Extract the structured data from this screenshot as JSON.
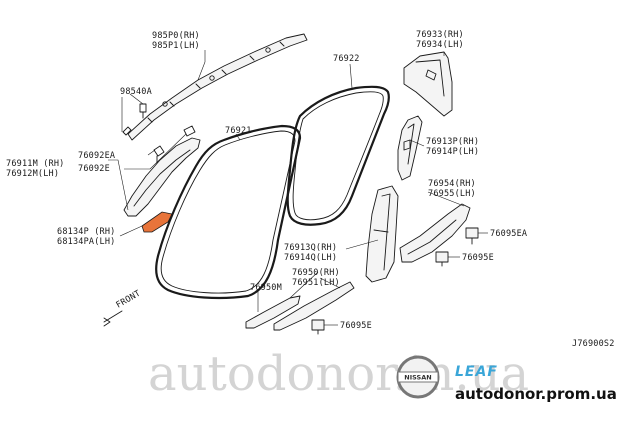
{
  "labels": {
    "p985P0": "985P0(RH)",
    "p985P1": "985P1(LH)",
    "p98540A": "98540A",
    "p76911M": "76911M (RH)",
    "p76912M": "76912M(LH)",
    "p76092EA": "76092EA",
    "p76092E": "76092E",
    "p68134P": "68134P (RH)",
    "p68134PA": "68134PA(LH)",
    "p76921": "76921",
    "p76922": "76922",
    "p76933": "76933(RH)",
    "p76934": "76934(LH)",
    "p76913P": "76913P(RH)",
    "p76914P": "76914P(LH)",
    "p76954": "76954(RH)",
    "p76955": "76955(LH)",
    "p76095EA": "76095EA",
    "p76095E_right": "76095E",
    "p76913Q": "76913Q(RH)",
    "p76914Q": "76914Q(LH)",
    "p76950": "76950(RH)",
    "p76951": "76951(LH)",
    "p76950M": "76950M",
    "p76095E_bottom": "76095E",
    "front": "FRONT",
    "ref": "J76900S2"
  },
  "colors": {
    "highlight": "#e8743a",
    "leaf": "#3aa6d8",
    "watermark": "#d4d4d4"
  },
  "watermark": "autodonor.in.ua",
  "brand": {
    "emblem": "NISSAN",
    "model": "LEAF",
    "site": "autodonor.prom.ua"
  }
}
